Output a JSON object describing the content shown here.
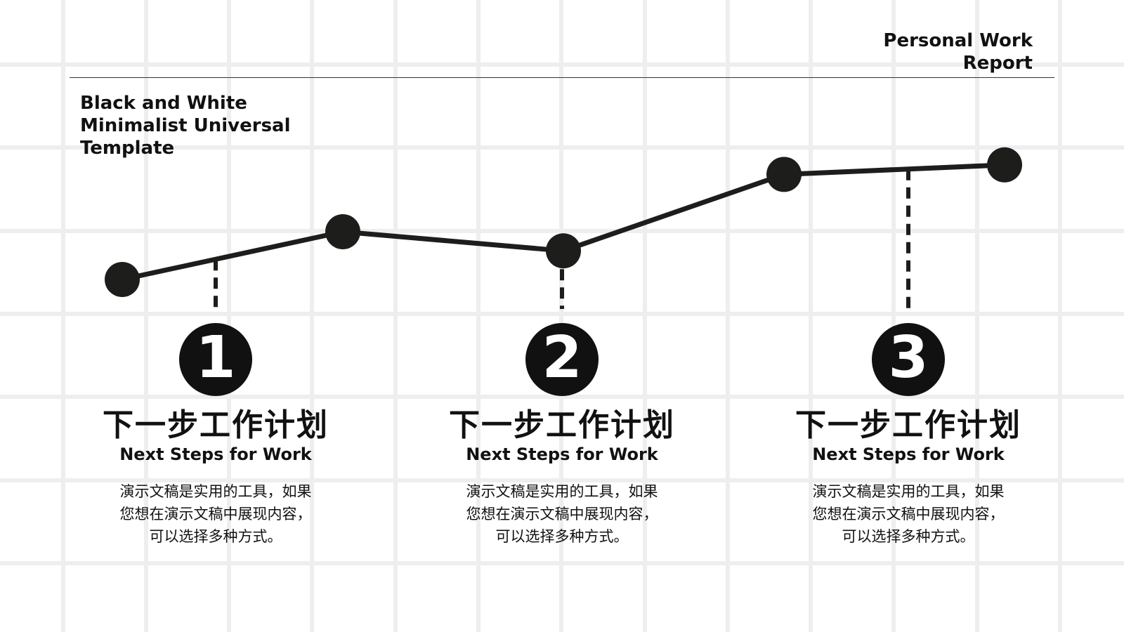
{
  "header": {
    "title": "Personal Work Report",
    "subtitle": "Black and White Minimalist Universal Template"
  },
  "chart_data": {
    "type": "line",
    "x": [
      1,
      2,
      3,
      4,
      5
    ],
    "values": [
      1.0,
      2.0,
      1.6,
      3.2,
      3.4
    ],
    "markers": "filled-circle",
    "color": "#1d1d1b",
    "grid": false
  },
  "steps": [
    {
      "number": "1",
      "title_cn": "下一步工作计划",
      "title_en": "Next Steps for Work",
      "desc": "演示文稿是实用的工具，如果您想在演示文稿中展现内容，可以选择多种方式。"
    },
    {
      "number": "2",
      "title_cn": "下一步工作计划",
      "title_en": "Next Steps for Work",
      "desc": "演示文稿是实用的工具，如果您想在演示文稿中展现内容，可以选择多种方式。"
    },
    {
      "number": "3",
      "title_cn": "下一步工作计划",
      "title_en": "Next Steps for Work",
      "desc": "演示文稿是实用的工具，如果您想在演示文稿中展现内容，可以选择多种方式。"
    }
  ],
  "colors": {
    "ink": "#1d1d1b",
    "grid": "#eeeef0",
    "background": "#ffffff"
  }
}
